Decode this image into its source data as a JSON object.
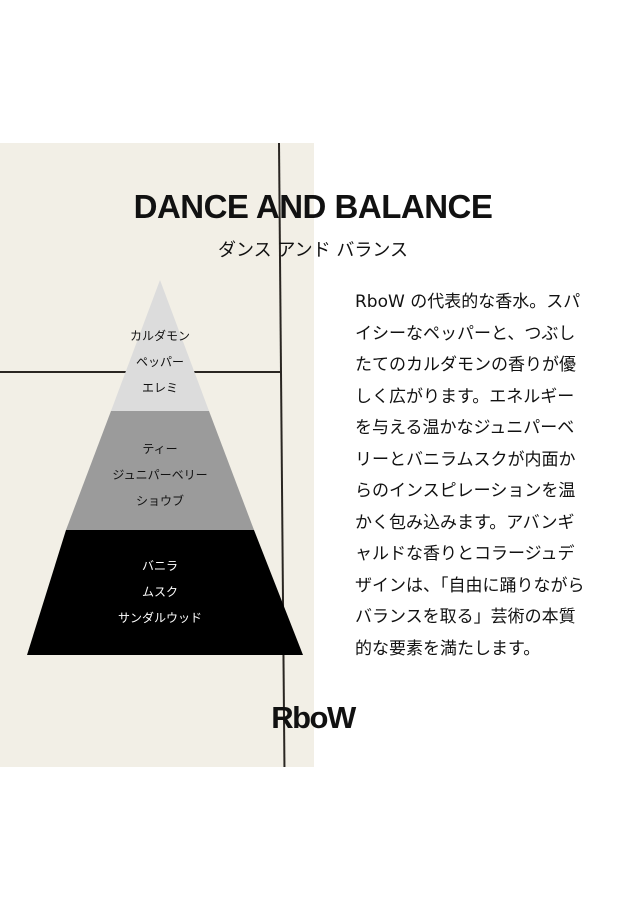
{
  "title": "DANCE AND BALANCE",
  "subtitle": "ダンス アンド バランス",
  "pyramid": {
    "top": [
      "カルダモン",
      "ペッパー",
      "エレミ"
    ],
    "middle": [
      "ティー",
      "ジュニパーベリー",
      "ショウブ"
    ],
    "base": [
      "バニラ",
      "ムスク",
      "サンダルウッド"
    ],
    "colors": {
      "top": "#dcdcdc",
      "middle": "#9b9b9b",
      "base": "#000000"
    }
  },
  "description_lines": [
    "RboW の代表的な香水。スパ",
    "イシーなペッパーと、つぶし",
    "たてのカルダモンの香りが優",
    "しく広がります。エネルギー",
    "を与える温かなジュニパーベ",
    "リーとバニラムスクが内面か",
    "らのインスピレーションを温",
    "かく包み込みます。アバンギ",
    "ャルドな香りとコラージュデ",
    "ザインは、「自由に踊りながら",
    "バランスを取る」芸術の本質",
    "的な要素を満たします。"
  ],
  "logo": "RboW"
}
